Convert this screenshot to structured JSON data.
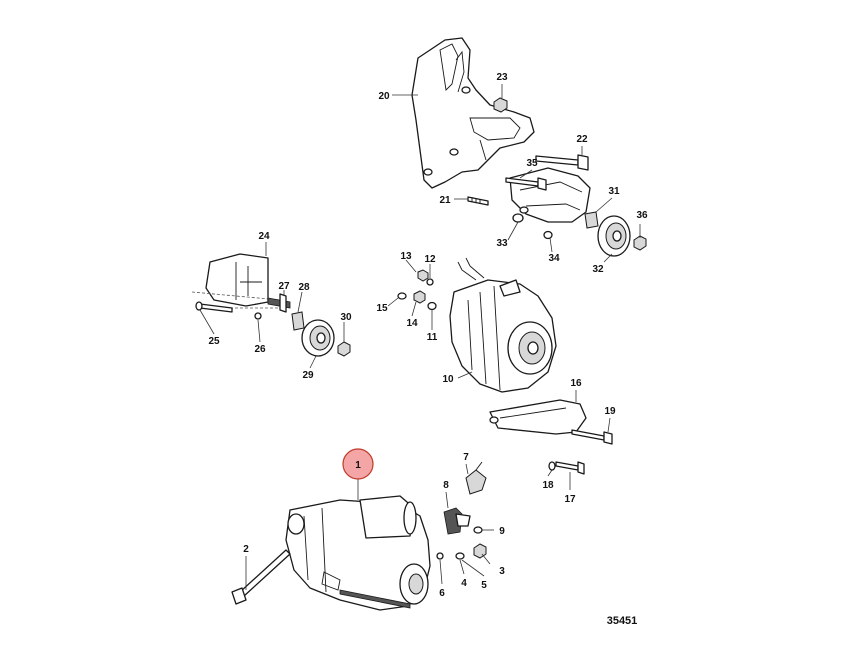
{
  "diagram": {
    "figure_number": "35451",
    "highlighted_callout": "1",
    "highlight_color": "#f4a6a6",
    "callouts": {
      "c1": "1",
      "c2": "2",
      "c3": "3",
      "c4": "4",
      "c5": "5",
      "c6": "6",
      "c7": "7",
      "c8": "8",
      "c9": "9",
      "c10": "10",
      "c11": "11",
      "c12": "12",
      "c13": "13",
      "c14": "14",
      "c15": "15",
      "c16": "16",
      "c17": "17",
      "c18": "18",
      "c19": "19",
      "c20": "20",
      "c21": "21",
      "c22": "22",
      "c23": "23",
      "c24": "24",
      "c25": "25",
      "c26": "26",
      "c27": "27",
      "c28": "28",
      "c29": "29",
      "c30": "30",
      "c31": "31",
      "c32": "32",
      "c33": "33",
      "c34": "34",
      "c35": "35",
      "c36": "36"
    }
  }
}
